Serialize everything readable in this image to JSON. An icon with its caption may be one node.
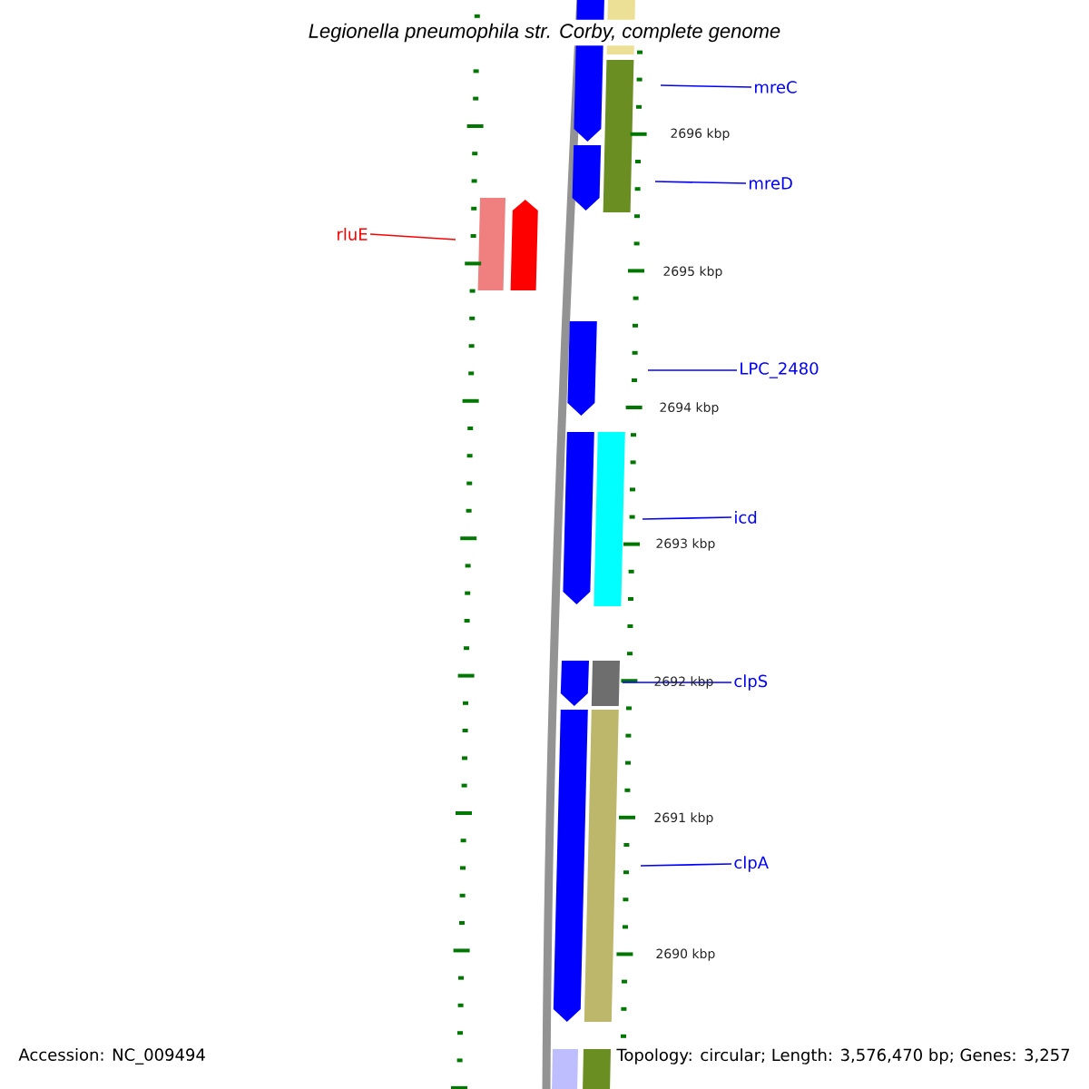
{
  "diagram": {
    "title": "Legionella pneumophila str. Corby, complete genome",
    "nodes": [
      {
        "text": [
          "mreC"
        ]
      },
      {
        "text": [
          "mreD"
        ]
      },
      {
        "text": [
          "rluE"
        ]
      },
      {
        "text": [
          "LPC_2480"
        ]
      },
      {
        "text": [
          "icd"
        ]
      },
      {
        "text": [
          "clpS"
        ]
      },
      {
        "text": [
          "clpA"
        ]
      }
    ],
    "edges": [
      {
        "from": 0,
        "to": null,
        "arrow": "none"
      },
      {
        "from": 1,
        "to": null,
        "arrow": "none"
      },
      {
        "from": 2,
        "to": null,
        "arrow": "none",
        "color": "#ff0000"
      },
      {
        "from": 3,
        "to": null,
        "arrow": "none"
      },
      {
        "from": 4,
        "to": null,
        "arrow": "none"
      },
      {
        "from": 5,
        "to": null,
        "arrow": "none"
      },
      {
        "from": 6,
        "to": null,
        "arrow": "none"
      }
    ],
    "labels": [
      "2696 kbp",
      "2695 kbp",
      "2694 kbp",
      "2693 kbp",
      "2692 kbp",
      "2691 kbp",
      "2690 kbp",
      "Accession: NC_009494",
      "Topology: circular; Length: 3,576,470 bp; Genes: 3,257"
    ]
  }
}
